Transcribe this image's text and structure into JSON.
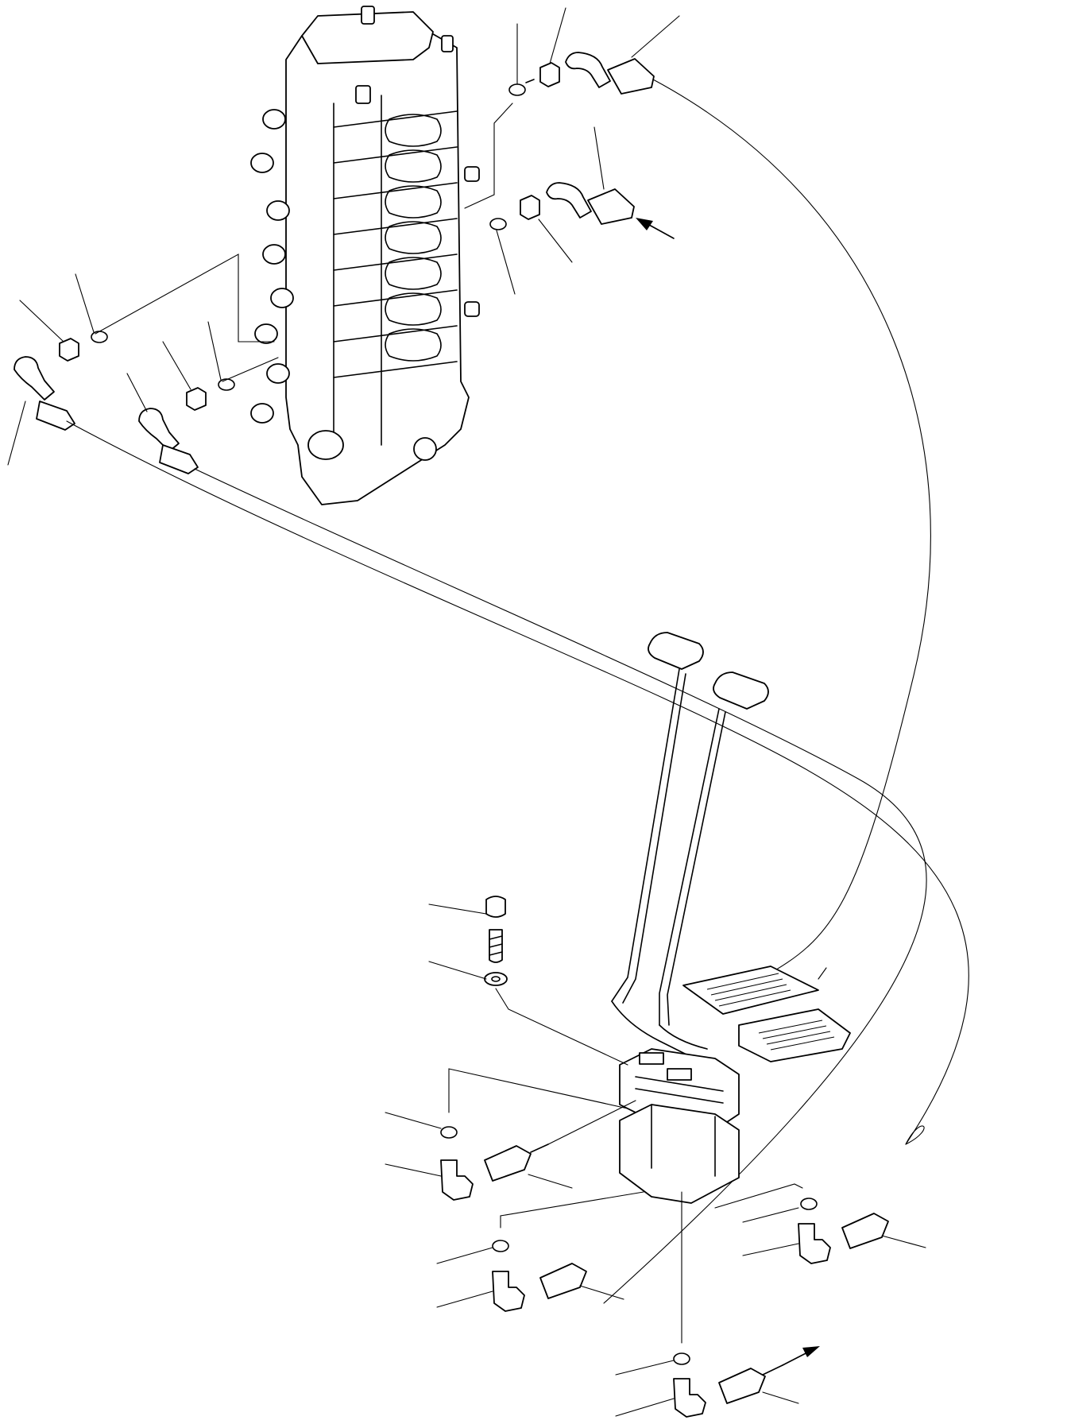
{
  "diagram": {
    "kind": "exploded-parts-drawing",
    "colors": {
      "line": "#000000",
      "background": "#ffffff"
    },
    "components": [
      "control-valve-block",
      "pilot-valve-pedal-assembly",
      "elbow-fitting",
      "hose",
      "o-ring",
      "adapter",
      "bolt",
      "washer",
      "flow-arrow"
    ]
  }
}
